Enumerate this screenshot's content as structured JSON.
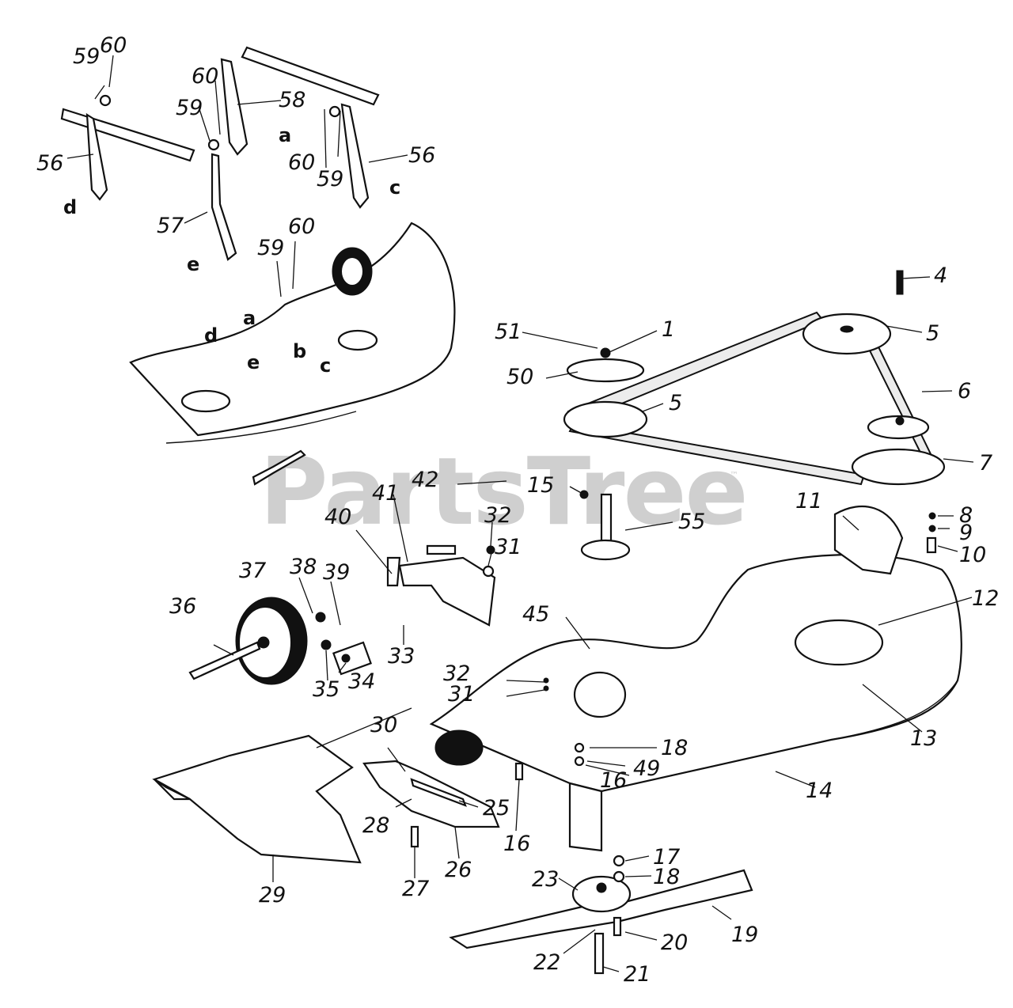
{
  "watermark": {
    "text": "PartsTree",
    "trademark": "™"
  },
  "callouts": [
    {
      "id": "c1",
      "text": "1"
    },
    {
      "id": "c4",
      "text": "4"
    },
    {
      "id": "c5a",
      "text": "5"
    },
    {
      "id": "c5b",
      "text": "5"
    },
    {
      "id": "c6",
      "text": "6"
    },
    {
      "id": "c7",
      "text": "7"
    },
    {
      "id": "c8",
      "text": "8"
    },
    {
      "id": "c9",
      "text": "9"
    },
    {
      "id": "c10",
      "text": "10"
    },
    {
      "id": "c11",
      "text": "11"
    },
    {
      "id": "c12",
      "text": "12"
    },
    {
      "id": "c13",
      "text": "13"
    },
    {
      "id": "c14",
      "text": "14"
    },
    {
      "id": "c15",
      "text": "15"
    },
    {
      "id": "c16a",
      "text": "16"
    },
    {
      "id": "c16b",
      "text": "16"
    },
    {
      "id": "c17",
      "text": "17"
    },
    {
      "id": "c18a",
      "text": "18"
    },
    {
      "id": "c18b",
      "text": "18"
    },
    {
      "id": "c19",
      "text": "19"
    },
    {
      "id": "c20",
      "text": "20"
    },
    {
      "id": "c21",
      "text": "21"
    },
    {
      "id": "c22",
      "text": "22"
    },
    {
      "id": "c23",
      "text": "23"
    },
    {
      "id": "c25",
      "text": "25"
    },
    {
      "id": "c26",
      "text": "26"
    },
    {
      "id": "c27",
      "text": "27"
    },
    {
      "id": "c28",
      "text": "28"
    },
    {
      "id": "c29",
      "text": "29"
    },
    {
      "id": "c30",
      "text": "30"
    },
    {
      "id": "c31a",
      "text": "31"
    },
    {
      "id": "c31b",
      "text": "31"
    },
    {
      "id": "c32a",
      "text": "32"
    },
    {
      "id": "c32b",
      "text": "32"
    },
    {
      "id": "c33",
      "text": "33"
    },
    {
      "id": "c34",
      "text": "34"
    },
    {
      "id": "c35",
      "text": "35"
    },
    {
      "id": "c36",
      "text": "36"
    },
    {
      "id": "c37",
      "text": "37"
    },
    {
      "id": "c38",
      "text": "38"
    },
    {
      "id": "c39",
      "text": "39"
    },
    {
      "id": "c40",
      "text": "40"
    },
    {
      "id": "c41",
      "text": "41"
    },
    {
      "id": "c42",
      "text": "42"
    },
    {
      "id": "c45",
      "text": "45"
    },
    {
      "id": "c49",
      "text": "49"
    },
    {
      "id": "c50",
      "text": "50"
    },
    {
      "id": "c51",
      "text": "51"
    },
    {
      "id": "c55",
      "text": "55"
    },
    {
      "id": "c56a",
      "text": "56"
    },
    {
      "id": "c56b",
      "text": "56"
    },
    {
      "id": "c57",
      "text": "57"
    },
    {
      "id": "c58",
      "text": "58"
    },
    {
      "id": "c59a",
      "text": "59"
    },
    {
      "id": "c59b",
      "text": "59"
    },
    {
      "id": "c59c",
      "text": "59"
    },
    {
      "id": "c59d",
      "text": "59"
    },
    {
      "id": "c60a",
      "text": "60"
    },
    {
      "id": "c60b",
      "text": "60"
    },
    {
      "id": "c60c",
      "text": "60"
    },
    {
      "id": "c60d",
      "text": "60"
    }
  ],
  "letters": [
    {
      "id": "la1",
      "text": "a"
    },
    {
      "id": "la2",
      "text": "a"
    },
    {
      "id": "lb",
      "text": "b"
    },
    {
      "id": "lc1",
      "text": "c"
    },
    {
      "id": "lc2",
      "text": "c"
    },
    {
      "id": "ld1",
      "text": "d"
    },
    {
      "id": "ld2",
      "text": "d"
    },
    {
      "id": "le1",
      "text": "e"
    },
    {
      "id": "le2",
      "text": "e"
    }
  ]
}
